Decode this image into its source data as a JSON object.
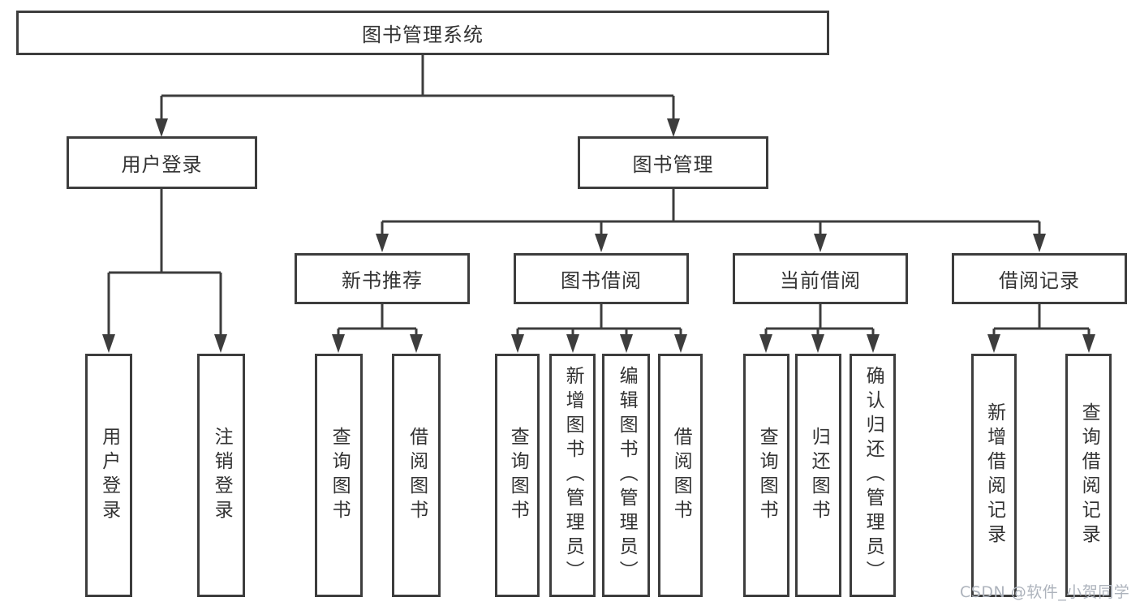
{
  "diagram": {
    "root": {
      "label": "图书管理系统"
    },
    "level2": [
      {
        "label": "用户登录"
      },
      {
        "label": "图书管理"
      }
    ],
    "level3": [
      {
        "label": "新书推荐"
      },
      {
        "label": "图书借阅"
      },
      {
        "label": "当前借阅"
      },
      {
        "label": "借阅记录"
      }
    ],
    "leaves": [
      {
        "label": "用户登录"
      },
      {
        "label": "注销登录"
      },
      {
        "label": "查询图书"
      },
      {
        "label": "借阅图书"
      },
      {
        "label": "查询图书"
      },
      {
        "label": "新增图书（管理员）"
      },
      {
        "label": "编辑图书（管理员）"
      },
      {
        "label": "借阅图书"
      },
      {
        "label": "查询图书"
      },
      {
        "label": "归还图书"
      },
      {
        "label": "确认归还（管理员）"
      },
      {
        "label": "新增借阅记录"
      },
      {
        "label": "查询借阅记录"
      }
    ],
    "watermark": "CSDN @软件_小贺同学",
    "colors": {
      "line": "#3d3d3d",
      "text": "#333333",
      "watermark": "#adb3bc",
      "bg": "#ffffff"
    }
  }
}
